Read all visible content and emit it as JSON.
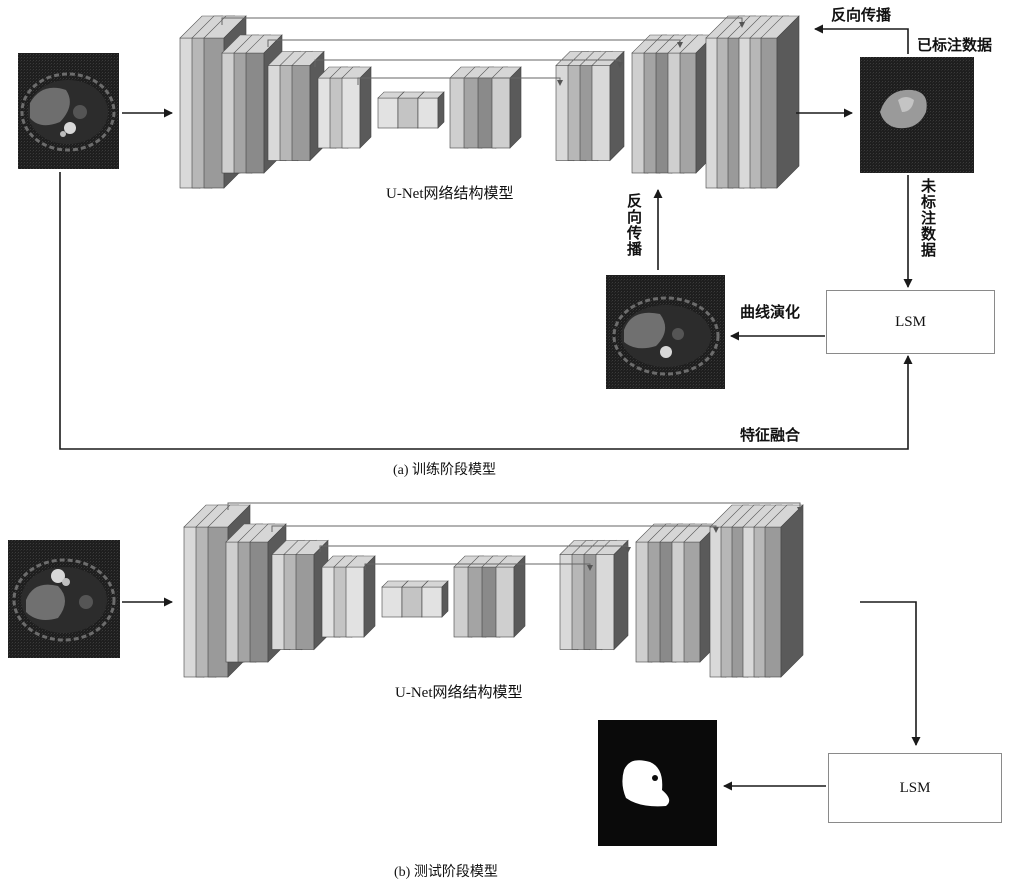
{
  "panels": {
    "a": {
      "caption": "(a) 训练阶段模型",
      "network_label": "U-Net网络结构模型",
      "lsm_label": "LSM",
      "backprop_top": "反向传播",
      "backprop_vertical": "反向传播",
      "labeled_data": "已标注数据",
      "unlabeled_data": "未标注数据",
      "curve_evolution": "曲线演化",
      "feature_fusion": "特征融合"
    },
    "b": {
      "caption": "(b) 测试阶段模型",
      "network_label": "U-Net网络结构模型",
      "lsm_label": "LSM"
    }
  },
  "images": [
    {
      "id": "input-ct-a",
      "description": "abdominal CT slice"
    },
    {
      "id": "labeled-mask-a",
      "description": "liver annotation"
    },
    {
      "id": "evolved-ct-a",
      "description": "CT slice with evolved contour"
    },
    {
      "id": "input-ct-b",
      "description": "abdominal CT slice"
    },
    {
      "id": "output-mask-b",
      "description": "binary liver segmentation"
    }
  ],
  "colors": {
    "line": "#1a1a1a",
    "image_bg": "#0c0c0c",
    "layer_face": "#a8a8a8",
    "layer_light": "#d6d6d6",
    "layer_dark": "#5a5a5a",
    "box_border": "#8a8a8a"
  }
}
